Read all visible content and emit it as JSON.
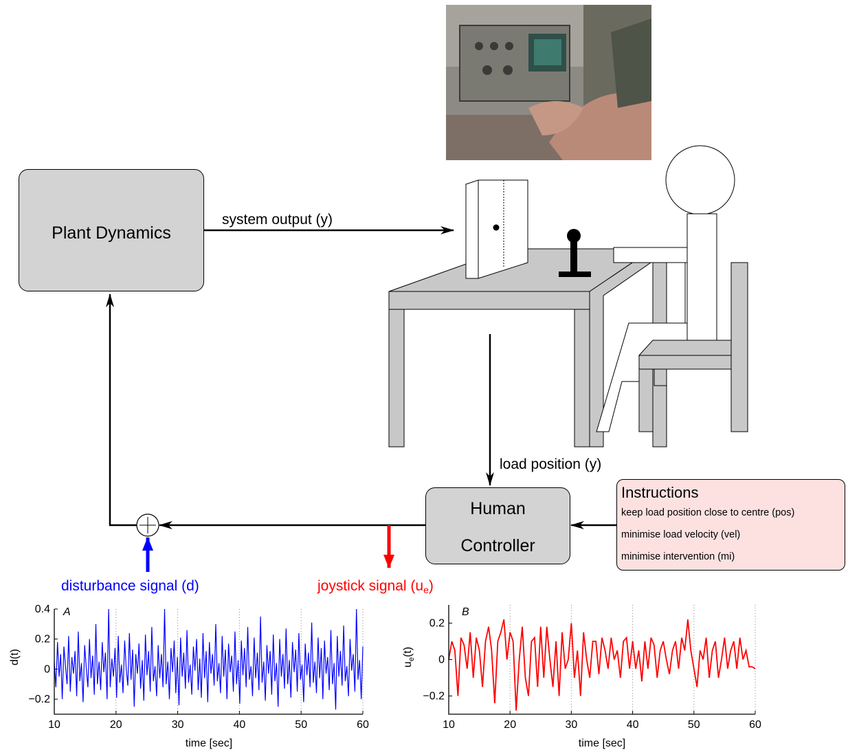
{
  "plant": {
    "label": "Plant Dynamics"
  },
  "arrows": {
    "system_output": "system output (y)",
    "load_position": "load position (y)",
    "disturbance_prefix": "disturbance signal (d)",
    "joystick_prefix": "joystick signal (u",
    "joystick_sub": "e",
    "joystick_suffix": ")"
  },
  "human": {
    "line1": "Human",
    "line2": "Controller"
  },
  "instructions": {
    "title": "Instructions",
    "items": [
      "keep load position close to centre (pos)",
      "minimise load velocity (vel)",
      "minimise intervention (mi)"
    ]
  },
  "colors": {
    "disturbance": "#0000ff",
    "joystick": "#ff0000",
    "box": "#d3d3d3",
    "instructions_bg": "#fde1e1",
    "furniture": "#c8c8c8"
  },
  "icons": {
    "summing_junction": "circle-plus-icon",
    "photo": "oscilloscope-photo"
  },
  "chart_data": [
    {
      "panel": "A",
      "type": "line",
      "xlabel": "time [sec]",
      "ylabel": "d(t)",
      "xlim": [
        10,
        60
      ],
      "ylim": [
        -0.3,
        0.4
      ],
      "xticks": [
        10,
        20,
        30,
        40,
        50,
        60
      ],
      "yticks": [
        -0.2,
        0,
        0.2,
        0.4
      ],
      "ytick_labels": [
        "−0.2",
        "0",
        "0.2",
        "0.4"
      ],
      "series": [
        {
          "color": "#0000ff",
          "description_values": "dense noise band",
          "x_start": 10,
          "x_end": 60,
          "values": [
            0.05,
            -0.12,
            0.18,
            -0.05,
            0.1,
            -0.2,
            0.15,
            0.02,
            -0.1,
            0.22,
            -0.15,
            0.08,
            -0.03,
            0.12,
            -0.18,
            0.25,
            -0.08,
            0.04,
            -0.22,
            0.16,
            0.01,
            -0.12,
            0.2,
            -0.06,
            0.09,
            -0.17,
            0.3,
            -0.1,
            0.05,
            -0.14,
            0.18,
            -0.02,
            0.11,
            -0.2,
            0.4,
            -0.12,
            0.07,
            -0.05,
            0.14,
            -0.19,
            0.22,
            -0.09,
            0.03,
            -0.16,
            0.19,
            0.0,
            -0.11,
            0.24,
            -0.07,
            0.13,
            -0.25,
            0.1,
            -0.03,
            0.17,
            -0.13,
            0.06,
            -0.21,
            0.23,
            -0.04,
            0.12,
            -0.15,
            0.28,
            -0.08,
            0.02,
            -0.18,
            0.16,
            -0.06,
            0.1,
            -0.12,
            0.4,
            -0.1,
            0.05,
            -0.2,
            0.14,
            -0.02,
            0.19,
            -0.16,
            0.08,
            -0.24,
            0.21,
            -0.05,
            0.11,
            -0.13,
            0.26,
            -0.09,
            0.03,
            -0.17,
            0.15,
            -0.01,
            0.2,
            -0.14,
            0.07,
            -0.19,
            0.24,
            -0.06,
            0.12,
            -0.22,
            0.18,
            -0.03,
            0.1,
            -0.11,
            0.3,
            -0.08,
            0.04,
            -0.16,
            0.22,
            -0.05,
            0.13,
            -0.2,
            0.17,
            -0.02,
            0.09,
            -0.15,
            0.25,
            -0.1,
            0.06,
            -0.23,
            0.19,
            -0.04,
            0.14,
            -0.12,
            0.28,
            -0.07,
            0.02,
            -0.18,
            0.21,
            -0.06,
            0.11,
            -0.14,
            0.35,
            -0.09,
            0.05,
            -0.21,
            0.16,
            -0.03,
            0.12,
            -0.17,
            0.23,
            -0.08,
            0.04,
            -0.25,
            0.2,
            -0.05,
            0.1,
            -0.13,
            0.27,
            -0.1,
            0.06,
            -0.19,
            0.18,
            -0.02,
            0.13,
            -0.15,
            0.24,
            -0.07,
            0.03,
            -0.22,
            0.17,
            -0.04,
            0.11,
            -0.12,
            0.31,
            -0.09,
            0.05,
            -0.16,
            0.21,
            -0.06,
            0.14,
            -0.2,
            0.19,
            -0.03,
            0.08,
            -0.14,
            0.26,
            -0.1,
            0.04,
            -0.27,
            0.22,
            -0.05,
            0.12,
            -0.11,
            0.29,
            -0.08,
            0.02,
            -0.18,
            0.2,
            -0.01,
            0.1,
            -0.15,
            0.4,
            -0.07,
            0.06,
            -0.2,
            0.15
          ]
        }
      ]
    },
    {
      "panel": "B",
      "type": "line",
      "xlabel": "time [sec]",
      "ylabel_main": "u",
      "ylabel_sub": "e",
      "ylabel_tail": "(t)",
      "xlim": [
        10,
        60
      ],
      "ylim": [
        -0.3,
        0.3
      ],
      "xticks": [
        10,
        20,
        30,
        40,
        50,
        60
      ],
      "yticks": [
        -0.2,
        0,
        0.2
      ],
      "ytick_labels": [
        "−0.2",
        "0",
        "0.2"
      ],
      "series": [
        {
          "color": "#ff0000",
          "x": [
            10,
            10.5,
            11,
            11.5,
            12,
            12.5,
            13,
            13.5,
            14,
            14.5,
            15,
            15.5,
            16,
            16.5,
            17,
            17.5,
            18,
            18.5,
            19,
            19.5,
            20,
            20.5,
            21,
            21.5,
            22,
            22.5,
            23,
            23.5,
            24,
            24.5,
            25,
            25.5,
            26,
            26.5,
            27,
            27.5,
            28,
            28.5,
            29,
            29.5,
            30,
            30.5,
            31,
            31.5,
            32,
            32.5,
            33,
            33.5,
            34,
            34.5,
            35,
            35.5,
            36,
            36.5,
            37,
            37.5,
            38,
            38.5,
            39,
            39.5,
            40,
            40.5,
            41,
            41.5,
            42,
            42.5,
            43,
            43.5,
            44,
            44.5,
            45,
            45.5,
            46,
            46.5,
            47,
            47.5,
            48,
            48.5,
            49,
            49.5,
            50,
            50.5,
            51,
            51.5,
            52,
            52.5,
            53,
            53.5,
            54,
            54.5,
            55,
            55.5,
            56,
            56.5,
            57,
            57.5,
            58,
            58.5,
            59,
            59.5,
            60
          ],
          "values": [
            0.0,
            0.1,
            0.05,
            -0.2,
            0.12,
            0.08,
            -0.05,
            0.15,
            -0.1,
            0.12,
            0.05,
            -0.15,
            0.1,
            0.18,
            0.05,
            -0.24,
            0.1,
            0.15,
            0.22,
            0.0,
            0.15,
            0.1,
            -0.28,
            0.0,
            0.18,
            -0.1,
            -0.2,
            0.1,
            0.12,
            -0.15,
            0.18,
            -0.1,
            0.18,
            0.0,
            -0.15,
            0.1,
            -0.2,
            0.15,
            -0.05,
            0.0,
            0.2,
            -0.1,
            0.05,
            -0.2,
            0.15,
            0.0,
            -0.1,
            0.1,
            0.1,
            -0.08,
            0.12,
            0.05,
            -0.05,
            0.12,
            0.0,
            0.05,
            -0.1,
            0.1,
            0.12,
            -0.05,
            0.1,
            -0.05,
            0.05,
            -0.12,
            0.1,
            -0.05,
            0.12,
            0.08,
            -0.1,
            0.05,
            0.1,
            0.0,
            -0.08,
            0.05,
            0.1,
            -0.05,
            0.12,
            0.05,
            0.22,
            0.05,
            -0.05,
            -0.15,
            0.05,
            0.0,
            0.12,
            -0.1,
            0.05,
            0.1,
            -0.1,
            0.0,
            0.12,
            -0.05,
            0.05,
            0.1,
            -0.05,
            0.12,
            0.0,
            0.05,
            -0.04,
            -0.04,
            -0.05
          ]
        }
      ]
    }
  ]
}
